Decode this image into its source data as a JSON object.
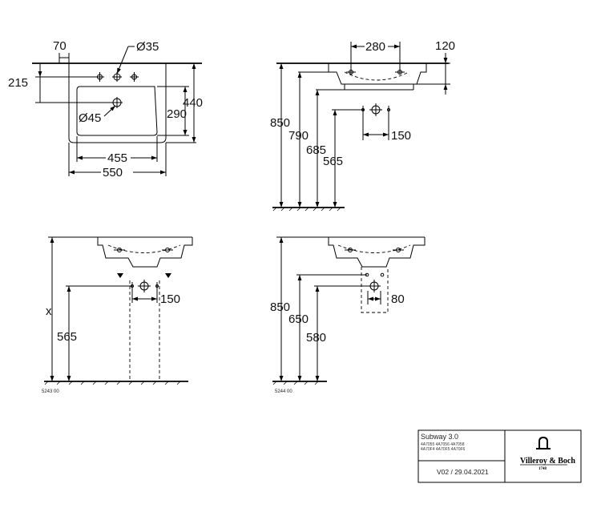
{
  "views": {
    "top": {
      "dims": {
        "d70": "70",
        "d35": "Ø35",
        "d215": "215",
        "d290": "290",
        "d440": "440",
        "d45": "Ø45",
        "d455": "455",
        "d550": "550"
      }
    },
    "side": {
      "dims": {
        "d280": "280",
        "d120": "120",
        "d850": "850",
        "d790": "790",
        "d685": "685",
        "d565": "565",
        "d150": "150"
      }
    },
    "front_pedestal": {
      "dims": {
        "dx": "x",
        "d565": "565",
        "d150": "150"
      },
      "code": "5243 00"
    },
    "front_semi": {
      "dims": {
        "d850": "850",
        "d650": "650",
        "d580": "580",
        "d80": "80"
      },
      "code": "5244 00"
    }
  },
  "title_block": {
    "product": "Subway 3.0",
    "codes_line1": "4A7055 4A7056 4A7058",
    "codes_line2": "4A70F4 4A70F5 4A70F6",
    "version": "V02 / 29.04.2021",
    "brand": "Villeroy & Boch",
    "brand_year": "1748"
  }
}
